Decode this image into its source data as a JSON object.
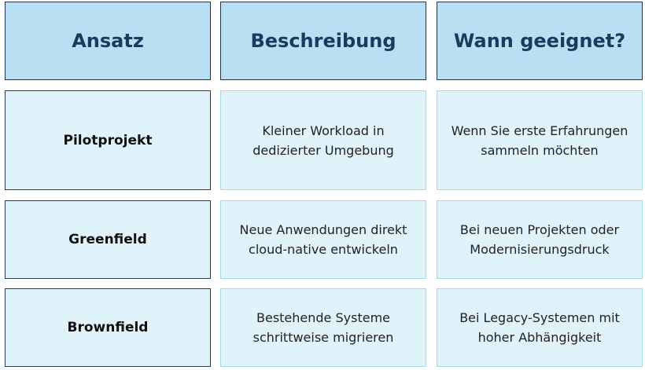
{
  "headers": {
    "approach": "Ansatz",
    "description": "Beschreibung",
    "when_suitable": "Wann geeignet?"
  },
  "rows": [
    {
      "approach": "Pilotprojekt",
      "description_lines": [
        "Kleiner Workload in",
        "dedizierter Umgebung"
      ],
      "when_lines": [
        "Wenn Sie erste Erfahrungen",
        "sammeln möchten"
      ]
    },
    {
      "approach": "Greenfield",
      "description_lines": [
        "Neue Anwendungen direkt",
        "cloud-native entwickeln"
      ],
      "when_lines": [
        "Bei neuen Projekten oder",
        "Modernisierungsdruck"
      ]
    },
    {
      "approach": "Brownfield",
      "description_lines": [
        "Bestehende Systeme",
        "schrittweise migrieren"
      ],
      "when_lines": [
        "Bei Legacy-Systemen mit",
        "hoher Abhängigkeit"
      ]
    }
  ],
  "colors": {
    "header_fill": "#b9e0f2",
    "header_text": "#1a3a5e",
    "cell_fill": "#e0f2fa",
    "cell_border": "#a9d8ec"
  }
}
